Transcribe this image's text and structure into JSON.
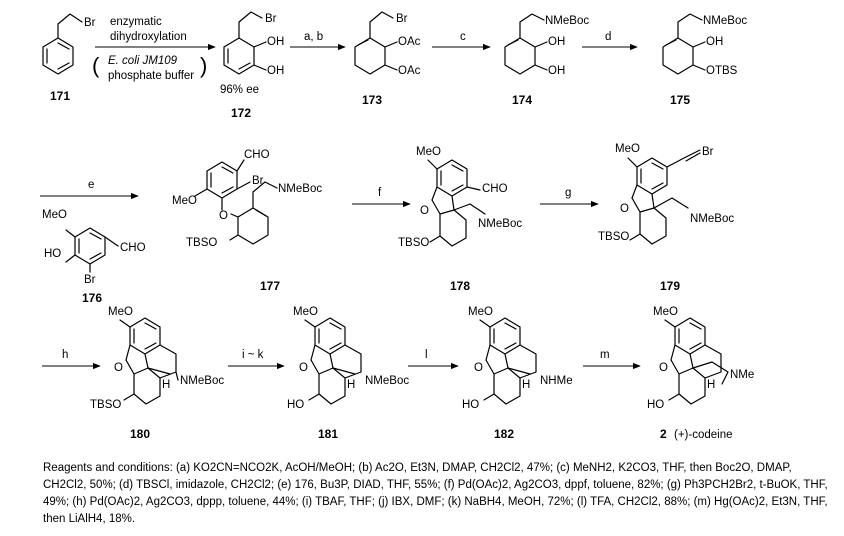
{
  "compounds": {
    "c171": {
      "number": "171",
      "sub": "Br"
    },
    "c172": {
      "number": "172",
      "ee": "96% ee",
      "subs": [
        "Br",
        "OH",
        "OH"
      ]
    },
    "c173": {
      "number": "173",
      "subs": [
        "Br",
        "OAc",
        "OAc"
      ]
    },
    "c174": {
      "number": "174",
      "subs": [
        "NMeBoc",
        "OH",
        "OH"
      ]
    },
    "c175": {
      "number": "175",
      "subs": [
        "NMeBoc",
        "OH",
        "OTBS"
      ]
    },
    "c176": {
      "number": "176",
      "subs": [
        "MeO",
        "HO",
        "Br",
        "CHO"
      ]
    },
    "c177": {
      "number": "177",
      "subs": [
        "CHO",
        "Br",
        "NMeBoc",
        "MeO",
        "O",
        "TBSO"
      ]
    },
    "c178": {
      "number": "178",
      "subs": [
        "MeO",
        "O",
        "CHO",
        "NMeBoc",
        "TBSO"
      ]
    },
    "c179": {
      "number": "179",
      "subs": [
        "MeO",
        "Br",
        "O",
        "NMeBoc",
        "TBSO"
      ]
    },
    "c180": {
      "number": "180",
      "subs": [
        "MeO",
        "O",
        "NMeBoc",
        "H",
        "TBSO"
      ]
    },
    "c181": {
      "number": "181",
      "subs": [
        "MeO",
        "O",
        "NMeBoc",
        "H",
        "HO"
      ]
    },
    "c182": {
      "number": "182",
      "subs": [
        "MeO",
        "O",
        "NHMe",
        "H",
        "HO"
      ]
    },
    "c2": {
      "number": "2",
      "name": "(+)-codeine",
      "subs": [
        "MeO",
        "O",
        "NMe",
        "H",
        "HO"
      ]
    }
  },
  "arrows": {
    "step1": {
      "line1": "enzymatic",
      "line2": "dihydroxylation",
      "line3": "E. coli JM109",
      "line4": "phosphate buffer"
    },
    "ab": "a, b",
    "c": "c",
    "d": "d",
    "e": "e",
    "f": "f",
    "g": "g",
    "h": "h",
    "ik": "i ~ k",
    "l": "l",
    "m": "m"
  },
  "footnote": "Reagents and conditions: (a) KO2CN=NCO2K, AcOH/MeOH; (b) Ac2O, Et3N, DMAP, CH2Cl2, 47%; (c) MeNH2, K2CO3, THF, then Boc2O, DMAP, CH2Cl2, 50%; (d) TBSCl, imidazole, CH2Cl2; (e) 176, Bu3P, DIAD, THF, 55%; (f) Pd(OAc)2, Ag2CO3, dppf, toluene, 82%; (g) Ph3PCH2Br2, t-BuOK, THF, 49%; (h) Pd(OAc)2, Ag2CO3, dppp, toluene, 44%; (i) TBAF, THF; (j) IBX, DMF; (k) NaBH4, MeOH, 72%; (l) TFA, CH2Cl2, 88%; (m) Hg(OAc)2, Et3N, THF, then LiAlH4, 18%."
}
